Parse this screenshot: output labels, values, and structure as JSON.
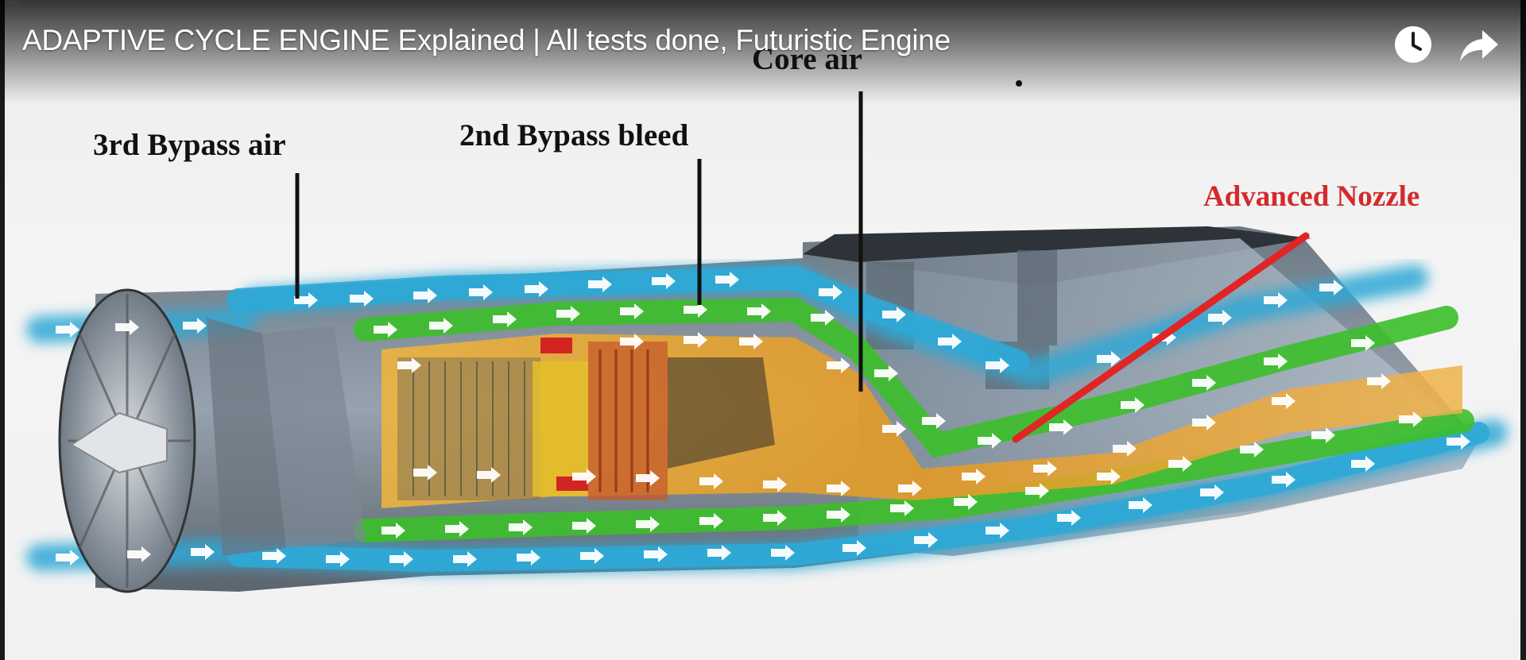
{
  "player": {
    "title": "ADAPTIVE CYCLE ENGINE Explained | All tests done, Futuristic Engine",
    "watch_later_icon": "clock-icon",
    "share_icon": "share-arrow-icon"
  },
  "diagram": {
    "labels": {
      "third_bypass": "3rd Bypass air",
      "second_bypass": "2nd Bypass bleed",
      "core": "Core air",
      "nozzle": "Advanced Nozzle"
    },
    "colors": {
      "bypass_flow": "#2fa8d6",
      "bleed_flow": "#3cbf2a",
      "core_flow": "#f0a21c",
      "nozzle_line": "#e02525",
      "nozzle_text": "#d42a2a"
    }
  }
}
